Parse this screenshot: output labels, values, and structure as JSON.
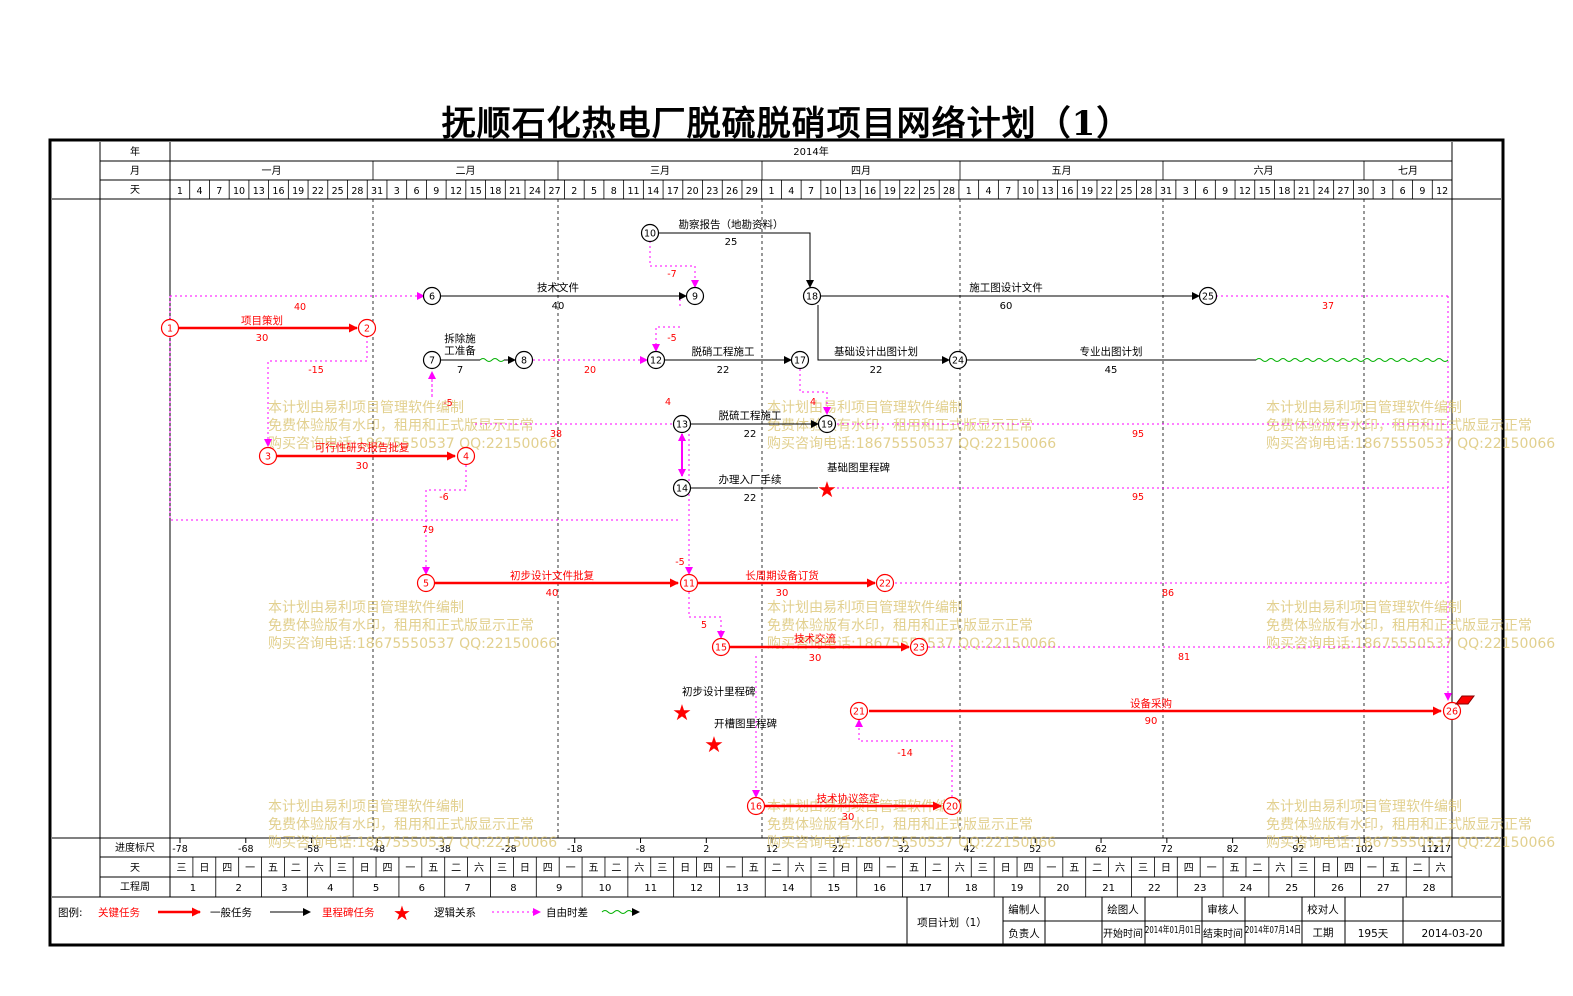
{
  "title": "抚顺石化热电厂脱硫脱硝项目网络计划（1）",
  "timescale": {
    "row_labels": {
      "year": "年",
      "month": "月",
      "day": "天"
    },
    "year": "2014年",
    "months": [
      "一月",
      "二月",
      "三月",
      "四月",
      "五月",
      "六月",
      "七月"
    ],
    "days": [
      "1",
      "4",
      "7",
      "10",
      "13",
      "16",
      "19",
      "22",
      "25",
      "28",
      "31",
      "3",
      "6",
      "9",
      "12",
      "15",
      "18",
      "21",
      "24",
      "27",
      "2",
      "5",
      "8",
      "11",
      "14",
      "17",
      "20",
      "23",
      "26",
      "29",
      "1",
      "4",
      "7",
      "10",
      "13",
      "16",
      "19",
      "22",
      "25",
      "28",
      "1",
      "4",
      "7",
      "10",
      "13",
      "16",
      "19",
      "22",
      "25",
      "28",
      "31",
      "3",
      "6",
      "9",
      "12",
      "15",
      "18",
      "21",
      "24",
      "27",
      "30",
      "3",
      "6",
      "9",
      "12"
    ]
  },
  "bottom": {
    "row_labels": {
      "ruler": "进度标尺",
      "day": "天",
      "week": "工程周"
    },
    "ruler": [
      "-78",
      "-68",
      "-58",
      "-48",
      "-38",
      "-28",
      "-18",
      "-8",
      "2",
      "12",
      "22",
      "32",
      "42",
      "52",
      "62",
      "72",
      "82",
      "92",
      "102",
      "112",
      "117"
    ],
    "weekdays": [
      "三",
      "日",
      "四",
      "一",
      "五",
      "二",
      "六",
      "三",
      "日",
      "四",
      "一",
      "五",
      "二",
      "六",
      "三",
      "日",
      "四",
      "一",
      "五",
      "二",
      "六",
      "三",
      "日",
      "四",
      "一",
      "五",
      "二",
      "六",
      "三",
      "日",
      "四",
      "一",
      "五",
      "二",
      "六",
      "三",
      "日",
      "四",
      "一",
      "五",
      "二",
      "六",
      "三",
      "日",
      "四",
      "一",
      "五",
      "二",
      "六",
      "三",
      "日",
      "四",
      "一",
      "五",
      "二",
      "六"
    ],
    "weeks": [
      "1",
      "2",
      "3",
      "4",
      "5",
      "6",
      "7",
      "8",
      "9",
      "10",
      "11",
      "12",
      "13",
      "14",
      "15",
      "16",
      "17",
      "18",
      "19",
      "20",
      "21",
      "22",
      "23",
      "24",
      "25",
      "26",
      "27",
      "28"
    ]
  },
  "legend": {
    "label": "图例:",
    "items": [
      "关键任务",
      "一般任务",
      "里程碑任务",
      "逻辑关系",
      "自由时差"
    ],
    "colors": {
      "critical": "#ff0000",
      "normal": "#000000",
      "logic": "#ff00ff",
      "float": "#00b000"
    }
  },
  "footer": {
    "plan": "项目计划（1）",
    "editor": "编制人",
    "drawer": "绘图人",
    "reviewer": "审核人",
    "checker": "校对人",
    "owner": "负责人",
    "start_label": "开始时间",
    "start_value": "2014年01月01日",
    "end_label": "结束时间",
    "end_value": "2014年07月14日",
    "duration_label": "工期",
    "duration_value": "195天",
    "date": "2014-03-20"
  },
  "nodes": [
    {
      "id": "1",
      "crit": true
    },
    {
      "id": "2",
      "crit": true
    },
    {
      "id": "3",
      "crit": true
    },
    {
      "id": "4",
      "crit": true
    },
    {
      "id": "5",
      "crit": true
    },
    {
      "id": "6",
      "crit": false
    },
    {
      "id": "7",
      "crit": false
    },
    {
      "id": "8",
      "crit": false
    },
    {
      "id": "9",
      "crit": false
    },
    {
      "id": "10",
      "crit": false
    },
    {
      "id": "11",
      "crit": true
    },
    {
      "id": "12",
      "crit": false
    },
    {
      "id": "13",
      "crit": false
    },
    {
      "id": "14",
      "crit": false
    },
    {
      "id": "15",
      "crit": true
    },
    {
      "id": "16",
      "crit": true
    },
    {
      "id": "17",
      "crit": false
    },
    {
      "id": "18",
      "crit": false
    },
    {
      "id": "19",
      "crit": false
    },
    {
      "id": "20",
      "crit": true
    },
    {
      "id": "21",
      "crit": true
    },
    {
      "id": "22",
      "crit": true
    },
    {
      "id": "23",
      "crit": true
    },
    {
      "id": "24",
      "crit": false
    },
    {
      "id": "25",
      "crit": false
    },
    {
      "id": "26",
      "crit": true
    }
  ],
  "tasks": [
    {
      "name": "项目策划",
      "duration": "30",
      "crit": true
    },
    {
      "name": "可行性研究报告批复",
      "duration": "30",
      "crit": true
    },
    {
      "name": "初步设计文件批复",
      "duration": "40",
      "crit": true
    },
    {
      "name": "长周期设备订货",
      "duration": "30",
      "crit": true
    },
    {
      "name": "技术交流",
      "duration": "30",
      "crit": true
    },
    {
      "name": "设备采购",
      "duration": "90",
      "crit": true
    },
    {
      "name": "技术协议签定",
      "duration": "30",
      "crit": true
    },
    {
      "name": "勘察报告（地勘资料）",
      "duration": "25",
      "crit": false
    },
    {
      "name": "技术文件",
      "duration": "40",
      "crit": false
    },
    {
      "name": "施工图设计文件",
      "duration": "60",
      "crit": false
    },
    {
      "name": "拆除施工准备",
      "duration": "7",
      "crit": false
    },
    {
      "name": "脱硝工程施工",
      "duration": "22",
      "crit": false
    },
    {
      "name": "基础设计出图计划",
      "duration": "22",
      "crit": false
    },
    {
      "name": "专业出图计划",
      "duration": "45",
      "crit": false
    },
    {
      "name": "脱硫工程施工",
      "duration": "22",
      "crit": false
    },
    {
      "name": "办理入厂手续",
      "duration": "22",
      "crit": false
    }
  ],
  "milestones": [
    "基础图里程碑",
    "初步设计里程碑",
    "开槽图里程碑"
  ],
  "logic_lags": [
    "40",
    "-15",
    "-5",
    "-6",
    "79",
    "-7",
    "-5",
    "4",
    "20",
    "4",
    "38",
    "95",
    "95",
    "5",
    "86",
    "81",
    "-14",
    "37",
    "-5"
  ],
  "watermark": [
    "本计划由易利项目管理软件编制",
    "免费体验版有水印，租用和正式版显示正常",
    "购买咨询电话:18675550537 QQ:22150066"
  ]
}
